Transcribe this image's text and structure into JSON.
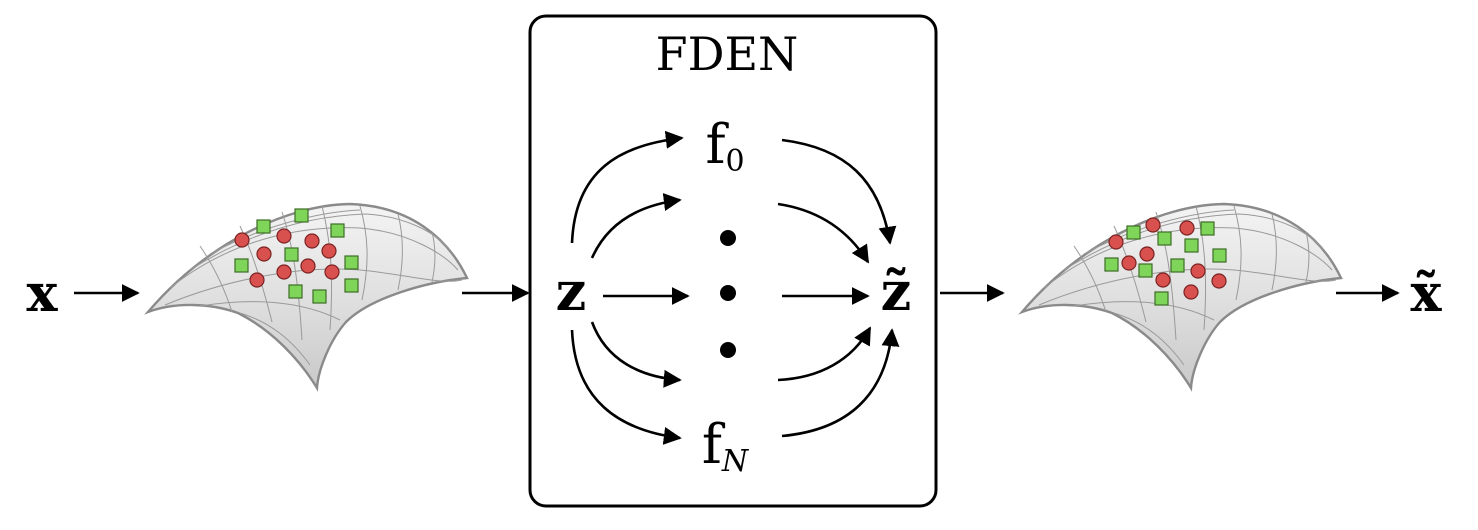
{
  "input_label": "x",
  "block": {
    "title": "FDEN"
  },
  "latent": {
    "input": "z",
    "output": "z̃"
  },
  "filters": {
    "first": {
      "base": "f",
      "sub": "0"
    },
    "last": {
      "base": "f",
      "sub": "N"
    }
  },
  "output_label": "x̃",
  "colors": {
    "red_points": "#d9514f",
    "green_points": "#7fd45a",
    "surface": "#e6e6e6",
    "stroke": "#000000"
  }
}
